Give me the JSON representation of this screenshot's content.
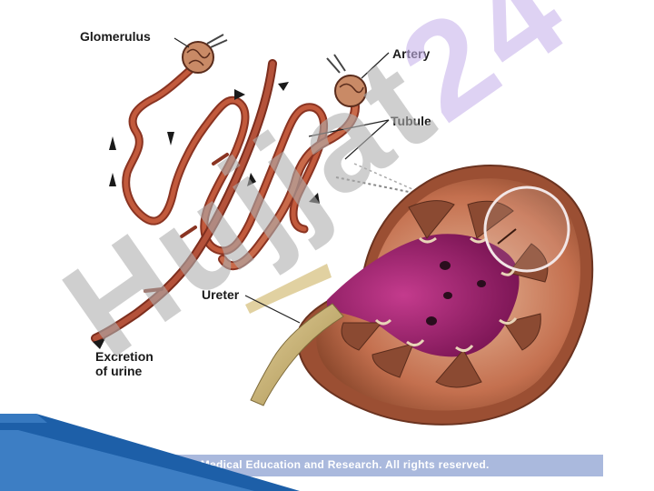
{
  "labels": {
    "glomerulus": "Glomerulus",
    "artery": "Artery",
    "tubule": "Tubule",
    "ureter": "Ureter",
    "excretion_line1": "Excretion",
    "excretion_line2": "of urine"
  },
  "copyright": "© Mayo Foundation for Medical Education and Research.  All rights reserved.",
  "watermark": {
    "text": "Hujjat",
    "number": "24"
  },
  "colors": {
    "tubule": "#a0412a",
    "kidney_cortex": "#c4704f",
    "renal_pelvis": "#a02272",
    "ureter": "#c9b27a",
    "copyright_bar": "#aab9dd",
    "corner_accent": "#1d5fa8"
  }
}
